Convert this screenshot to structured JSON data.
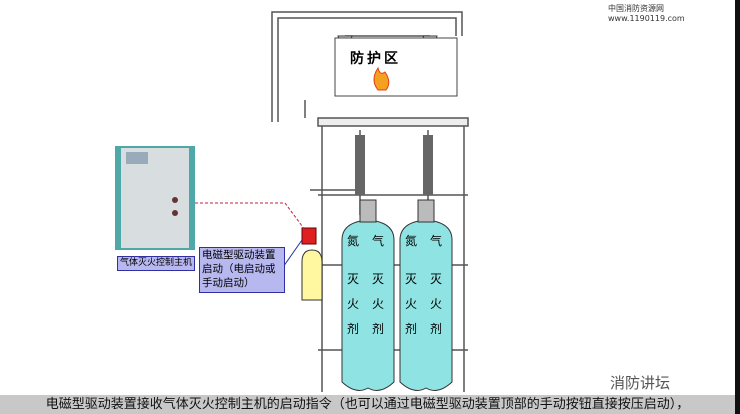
{
  "watermark": "中国消防资源网 www.1190119.com",
  "brand": "消防讲坛",
  "protected_area": "防护区",
  "controller_label": "气体灭火控制主机",
  "callout": [
    "电磁型驱动装置",
    "启动（电启动或",
    "手动启动）"
  ],
  "cylinder_text": {
    "c1": "氮",
    "c2": "气",
    "c3": "灭",
    "c4": "火",
    "c5": "剂"
  },
  "caption": "电磁型驱动装置接收气体灭火控制主机的启动指令（也可以通过电磁型驱动装置顶部的手动按钮直接按压启动），",
  "colors": {
    "agent": "#8fe3e3",
    "callout": "#b8b8f0",
    "actuator": "#e02020",
    "pilot": "#fff8a0"
  }
}
